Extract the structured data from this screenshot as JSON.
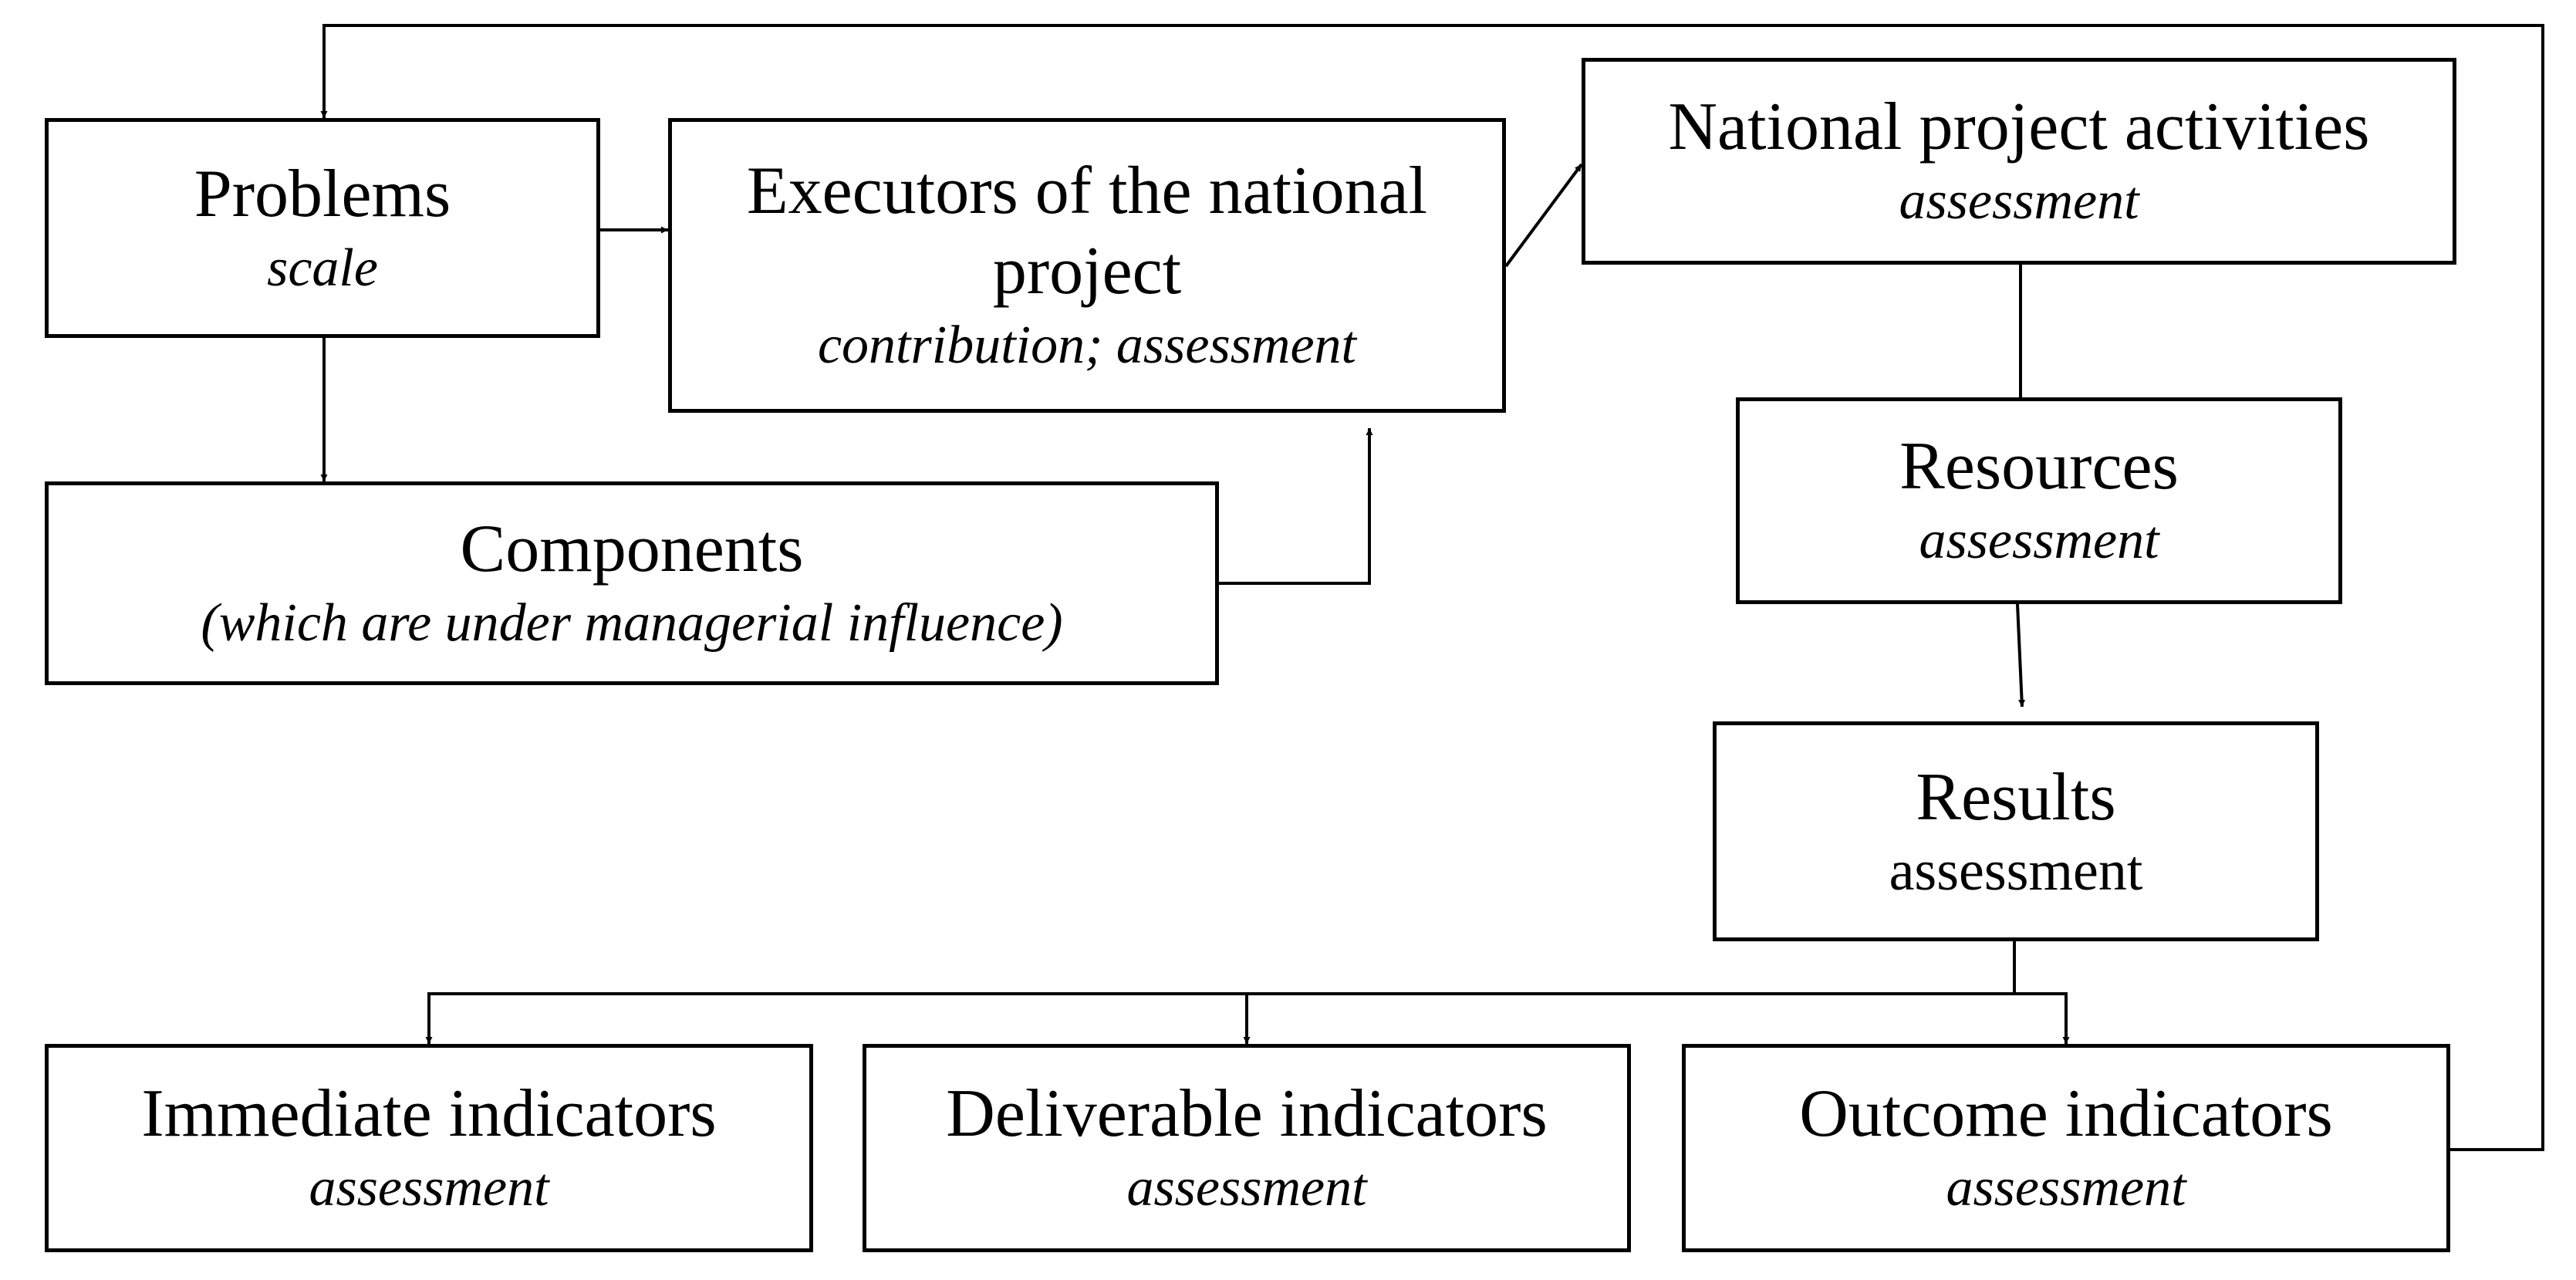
{
  "diagram": {
    "problems": {
      "title": "Problems",
      "sub": "scale"
    },
    "executors": {
      "title_line1": "Executors of the national",
      "title_line2": "project",
      "sub": "contribution; assessment"
    },
    "activities": {
      "title": "National project activities",
      "sub": "assessment"
    },
    "components": {
      "title": "Components",
      "sub": "(which are under managerial influence)"
    },
    "resources": {
      "title": "Resources",
      "sub": "assessment"
    },
    "results": {
      "title": "Results",
      "sub": "assessment"
    },
    "immediate": {
      "title": "Immediate indicators",
      "sub": "assessment"
    },
    "deliverable": {
      "title": "Deliverable indicators",
      "sub": "assessment"
    },
    "outcome": {
      "title": "Outcome indicators",
      "sub": "assessment"
    }
  }
}
